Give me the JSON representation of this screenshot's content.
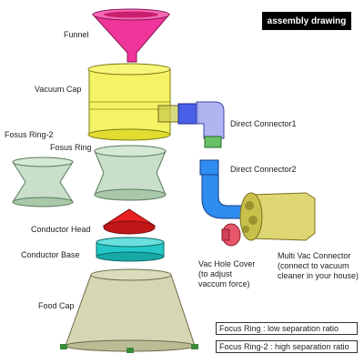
{
  "badge": "assembly drawing",
  "labels": {
    "funnel": "Funnel",
    "vacuum_cap": "Vacuum Cap",
    "fosus_ring_2": "Fosus Ring-2",
    "fosus_ring": "Fosus Ring",
    "direct_connector_1": "Direct Connector1",
    "direct_connector_2": "Direct Connector2",
    "conductor_head": "Conductor Head",
    "conductor_base": "Conductor Base",
    "vac_hole_cover": "Vac Hole Cover\n(to adjust\nvaccum force)",
    "multi_vac_connector": "Multi Vac Connector\n(connect to vacuum\ncleaner in your house)",
    "food_cap": "Food Cap"
  },
  "notes": {
    "focus_ring": "Focus Ring : low separation ratio",
    "focus_ring_2": "Focus Ring-2 : high separation ratio"
  },
  "colors": {
    "funnel": "#f0359a",
    "vacuum_cap": "#f2f04a",
    "rings": "#bfd9bf",
    "connector": "#7f8cf2",
    "connector_2": "#2f8cf0",
    "conductor_head": "#e8201e",
    "conductor_base": "#24c8c6",
    "food_cap": "#cfcfa8",
    "multi_vac": "#d8d05a",
    "vac_hole_cover": "#e8566a"
  }
}
